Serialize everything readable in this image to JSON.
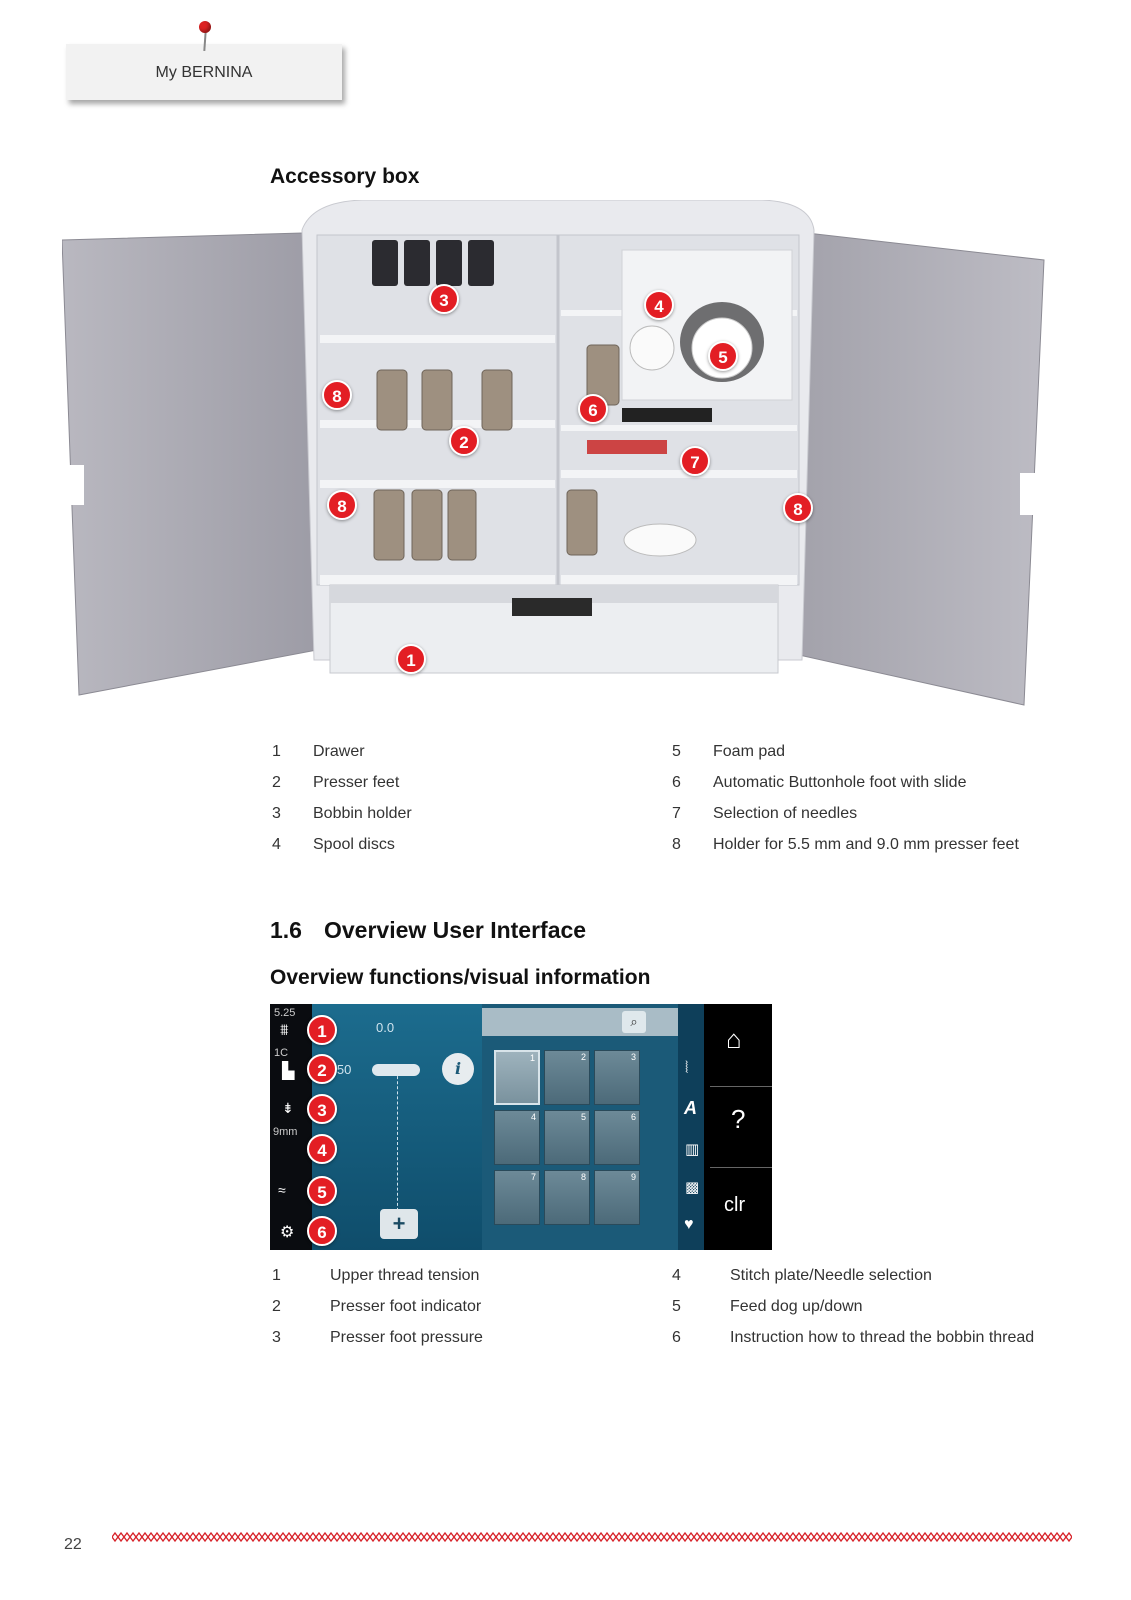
{
  "header": {
    "tab_label": "My BERNINA"
  },
  "accessory_box": {
    "title": "Accessory box",
    "legend_left": [
      {
        "num": "1",
        "label": "Drawer"
      },
      {
        "num": "2",
        "label": "Presser feet"
      },
      {
        "num": "3",
        "label": "Bobbin holder"
      },
      {
        "num": "4",
        "label": "Spool discs"
      }
    ],
    "legend_right": [
      {
        "num": "5",
        "label": "Foam pad"
      },
      {
        "num": "6",
        "label": "Automatic Buttonhole foot with slide"
      },
      {
        "num": "7",
        "label": "Selection of needles"
      },
      {
        "num": "8",
        "label": "Holder for 5.5 mm and 9.0 mm presser feet"
      }
    ],
    "callouts": [
      "3",
      "4",
      "5",
      "8",
      "6",
      "2",
      "7",
      "8",
      "8",
      "1"
    ]
  },
  "chapter": {
    "number": "1.6",
    "title": "Overview User Interface"
  },
  "overview": {
    "title": "Overview functions/visual information",
    "screen": {
      "values": {
        "tension": "5.25",
        "foot": "1C",
        "needle": "9mm",
        "width": "0.0",
        "length": "2.50"
      },
      "right_buttons": {
        "help": "?",
        "clear": "clr"
      },
      "tile_numbers": [
        "1",
        "2",
        "3",
        "4",
        "5",
        "6",
        "7",
        "8",
        "9"
      ],
      "callouts": [
        "1",
        "2",
        "3",
        "4",
        "5",
        "6"
      ]
    },
    "legend_left": [
      {
        "num": "1",
        "label": "Upper thread tension"
      },
      {
        "num": "2",
        "label": "Presser foot indicator"
      },
      {
        "num": "3",
        "label": "Presser foot pressure"
      }
    ],
    "legend_right": [
      {
        "num": "4",
        "label": "Stitch plate/Needle selection"
      },
      {
        "num": "5",
        "label": "Feed dog up/down"
      },
      {
        "num": "6",
        "label": "Instruction how to thread the bobbin thread"
      }
    ]
  },
  "footer": {
    "page_number": "22"
  }
}
